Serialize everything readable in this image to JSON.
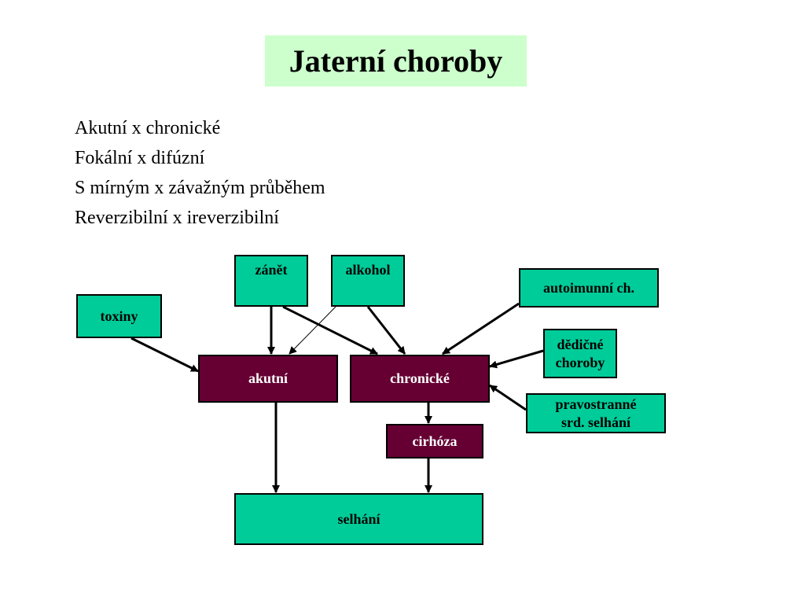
{
  "slide": {
    "title": "Jaterní choroby",
    "bullets": [
      "Akutní x chronické",
      "Fokální x difúzní",
      "S mírným x závažným průběhem",
      "Reverzibilní x ireverzibilní"
    ]
  },
  "diagram": {
    "nodes": {
      "zanet": "zánět",
      "alkohol": "alkohol",
      "autoimunni": "autoimunní ch.",
      "toxiny": "toxiny",
      "dedicne": "dědičné\nchoroby",
      "akutni": "akutní",
      "chronicke": "chronické",
      "pravostranne": "pravostranné\nsrd. selhání",
      "cirhoza": "cirhóza",
      "selhani": "selhání"
    },
    "edges": [
      {
        "from": "zánět",
        "to": "akutní"
      },
      {
        "from": "zánět",
        "to": "chronické"
      },
      {
        "from": "alkohol",
        "to": "akutní"
      },
      {
        "from": "alkohol",
        "to": "chronické"
      },
      {
        "from": "autoimunní ch.",
        "to": "chronické"
      },
      {
        "from": "toxiny",
        "to": "akutní"
      },
      {
        "from": "dědičné choroby",
        "to": "chronické"
      },
      {
        "from": "pravostranné srd. selhání",
        "to": "chronické"
      },
      {
        "from": "chronické",
        "to": "cirhóza"
      },
      {
        "from": "akutní",
        "to": "selhání"
      },
      {
        "from": "cirhóza",
        "to": "selhání"
      }
    ],
    "colors": {
      "green_box": "#00cc99",
      "maroon_box": "#660033",
      "title_bg": "#ccffcc"
    }
  }
}
